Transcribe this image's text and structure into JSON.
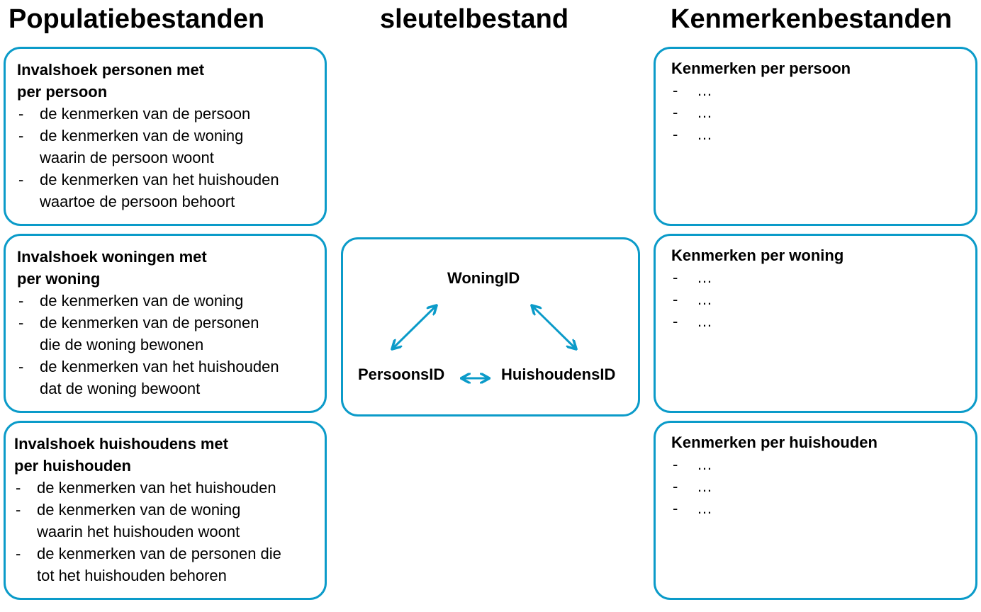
{
  "headers": {
    "left": "Populatiebestanden",
    "middle": "sleutelbestand",
    "right": "Kenmerkenbestanden"
  },
  "populatie": [
    {
      "title_line1": "Invalshoek personen met",
      "title_line2": "per persoon",
      "items": [
        "de kenmerken van de persoon",
        "de kenmerken van de woning",
        "waarin de persoon woont",
        "de kenmerken van het huishouden",
        "waartoe de persoon behoort"
      ]
    },
    {
      "title_line1": "Invalshoek woningen met",
      "title_line2": "per woning",
      "items": [
        "de kenmerken van de woning",
        "de kenmerken van de personen",
        "die de woning bewonen",
        "de kenmerken van het huishouden",
        "dat de woning bewoont"
      ]
    },
    {
      "title_line1": "Invalshoek huishoudens met",
      "title_line2": "per huishouden",
      "items": [
        "de kenmerken van het huishouden",
        "de kenmerken van de woning",
        "waarin het huishouden woont",
        "de kenmerken van de personen die",
        "tot het huishouden behoren"
      ]
    }
  ],
  "sleutel": {
    "woning": "WoningID",
    "persoon": "PersoonsID",
    "huishouden": "HuishoudensID"
  },
  "kenmerken": [
    {
      "title": "Kenmerken per persoon",
      "items": [
        "…",
        "…",
        "…"
      ]
    },
    {
      "title": "Kenmerken per woning",
      "items": [
        "…",
        "…",
        "…"
      ]
    },
    {
      "title": "Kenmerken per huishouden",
      "items": [
        "…",
        "…",
        "…"
      ]
    }
  ],
  "dash": "-",
  "colors": {
    "accent": "#0b9bc9"
  }
}
